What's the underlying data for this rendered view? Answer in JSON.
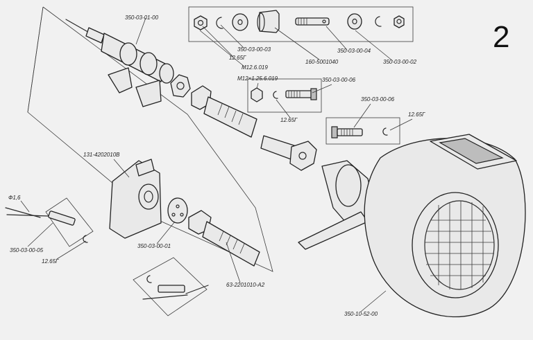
{
  "figure_number": "2",
  "labels": {
    "top_assembly": "350-03-01-00",
    "cap_washer": "350-03-00-03",
    "washer_12": "12.65Г",
    "nut_m12": "М12.6.019",
    "bushing": "160-5001040",
    "pin": "350-03-00-04",
    "washer_right": "350-03-00-02",
    "bolt_m12": "М12×1.25.6.019",
    "bolt_mid": "350-03-00-06",
    "washer_mid": "12.65Г",
    "bolt_right": "350-03-00-06",
    "washer_right2": "12.65Г",
    "gearbox": "131-4202010В",
    "wire": "Ф1,6",
    "pin_left": "350-03-00-05",
    "washer_left": "12.65Г",
    "flange": "350-03-00-01",
    "driveshaft": "63-2201010-А2",
    "fan": "350-10-52-00"
  }
}
